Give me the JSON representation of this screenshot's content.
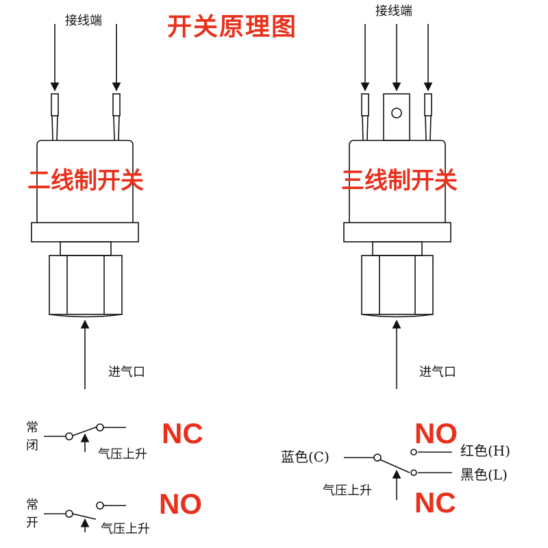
{
  "title": "开关原理图",
  "accent_color": "#e8301c",
  "line_color": "#111111",
  "two_wire": {
    "terminal_label": "接线端",
    "body_label": "二线制开关",
    "inlet_label": "进气口"
  },
  "three_wire": {
    "terminal_label": "接线端",
    "body_label": "三线制开关",
    "inlet_label": "进气口"
  },
  "normally_closed": {
    "label_line1": "常",
    "label_line2": "闭",
    "pressure_label": "气压上升",
    "code": "NC"
  },
  "normally_open": {
    "label_line1": "常",
    "label_line2": "开",
    "pressure_label": "气压上升",
    "code": "NO"
  },
  "three_wire_switch": {
    "common_label": "蓝色(C)",
    "high_label": "红色(H)",
    "low_label": "黑色(L)",
    "pressure_label": "气压上升",
    "code_top": "NO",
    "code_bottom": "NC"
  }
}
